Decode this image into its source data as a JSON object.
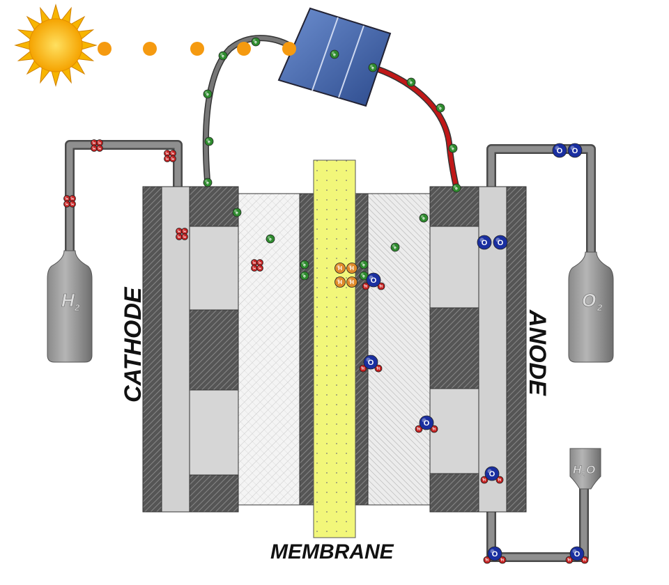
{
  "labels": {
    "cathode": "CATHODE",
    "anode": "ANODE",
    "membrane": "MEMBRANE",
    "h2_bottle": "H",
    "h2_sub": "2",
    "o2_bottle": "O",
    "o2_sub": "2",
    "h2o_bottle_h": "H",
    "h2o_bottle_sub": "2",
    "h2o_bottle_o": "O"
  },
  "particle_symbols": {
    "electron": "e",
    "hydrogen": "H",
    "oxygen": "O"
  },
  "colors": {
    "electron": "#2e8b2e",
    "proton": "#e08a2a",
    "hydrogen": "#c42020",
    "oxygen": "#1a2fa0",
    "membrane": "#f2f77a",
    "wire_negative": "#6f6f6f",
    "wire_positive": "#c01818",
    "panel": "#4a6fb5"
  }
}
